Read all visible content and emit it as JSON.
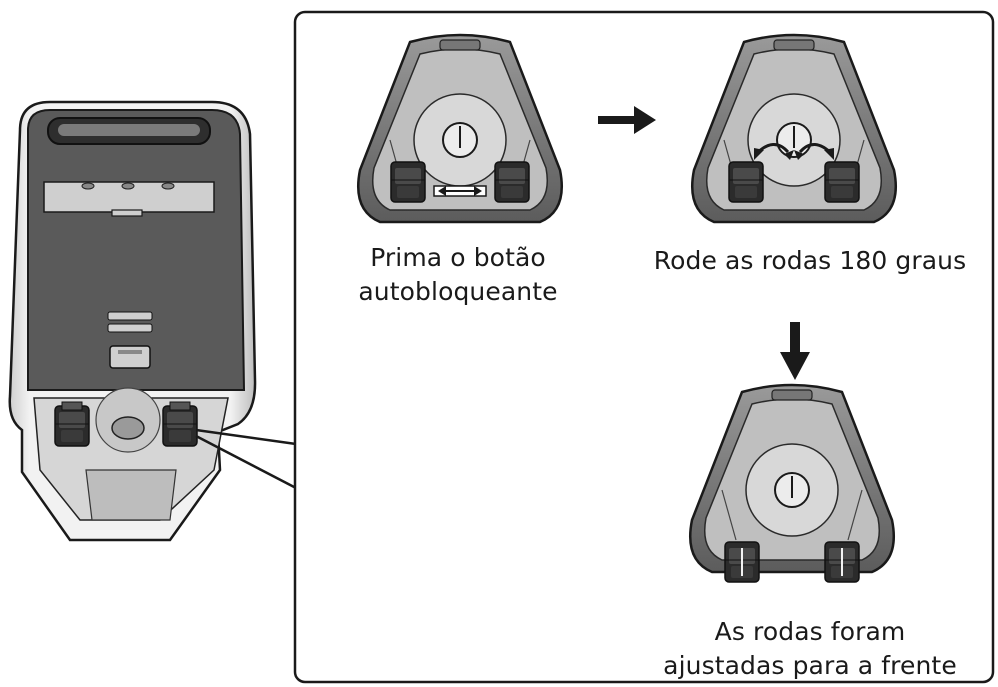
{
  "steps": [
    {
      "lines": [
        "Prima o botão",
        "autobloqueante"
      ]
    },
    {
      "lines": [
        "Rode as rodas 180 graus"
      ]
    },
    {
      "lines": [
        "As rodas foram",
        "ajustadas para a frente"
      ]
    }
  ],
  "colors": {
    "outline": "#1a1a1a",
    "body_dark": "#555555",
    "body_mid": "#8a8a8a",
    "body_light": "#d9d9d9",
    "panel_bg": "#ffffff"
  },
  "icons": [
    "arrow-right-icon",
    "arrow-down-icon",
    "rotate-arrow-icon"
  ]
}
